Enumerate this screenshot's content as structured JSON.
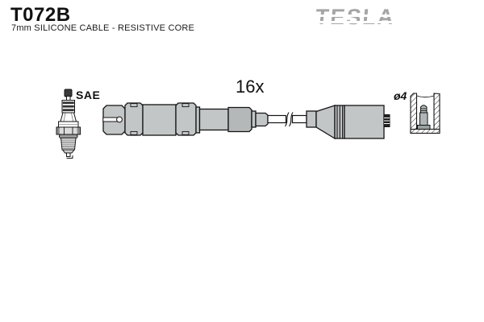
{
  "colors": {
    "background": "#ffffff",
    "text": "#1a1a1a",
    "logo_gray": "#a5a5a5",
    "part_fill": "#c3c6c6",
    "part_fill_dark": "#b4b8b8",
    "cable_fill": "#ffffff",
    "outline": "#141414"
  },
  "header": {
    "part_number": "T072B",
    "description": "7mm SILICONE CABLE - RESISTIVE CORE",
    "brand_logo": "TESLA"
  },
  "diagram": {
    "spark_plug_label": "SAE",
    "quantity_label": "16x",
    "terminal_diameter_label": "ø4"
  }
}
